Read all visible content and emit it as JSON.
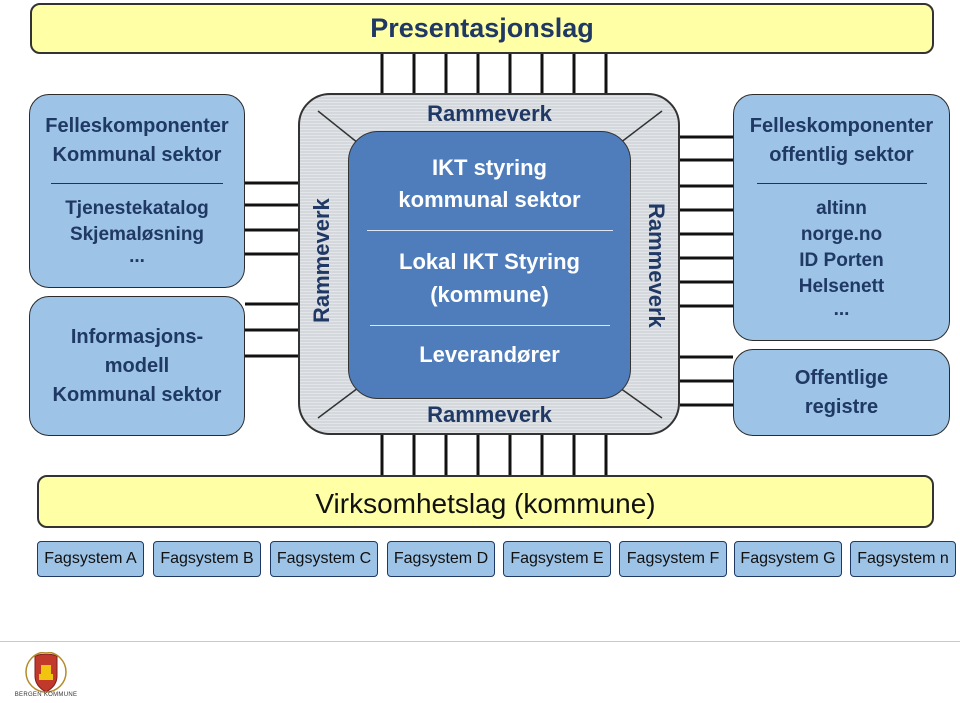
{
  "presentasjonslag": "Presentasjonslag",
  "virksomhetslag": "Virksomhetslag (kommune)",
  "left_top": {
    "title_1": "Felleskomponenter",
    "title_2": "Kommunal sektor",
    "items": [
      "Tjenestekatalog",
      "Skjemaløsning",
      "..."
    ]
  },
  "left_bottom": {
    "lines": [
      "Informasjons-",
      "modell",
      "Kommunal sektor"
    ]
  },
  "right_top": {
    "title_1": "Felleskomponenter",
    "title_2": "offentlig sektor",
    "items": [
      "altinn",
      "norge.no",
      "ID Porten",
      "Helsenett",
      "..."
    ]
  },
  "right_bottom": {
    "lines": [
      "Offentlige",
      "registre"
    ]
  },
  "rammeverk": {
    "top": "Rammeverk",
    "bottom": "Rammeverk",
    "left": "Rammeverk",
    "right": "Rammeverk"
  },
  "center": {
    "line1": "IKT styring",
    "line2": "kommunal sektor",
    "line3": "Lokal IKT Styring",
    "line4": "(kommune)",
    "line5": "Leverandører"
  },
  "fagsystemer": [
    "Fagsystem A",
    "Fagsystem B",
    "Fagsystem C",
    "Fagsystem D",
    "Fagsystem E",
    "Fagsystem F",
    "Fagsystem G",
    "Fagsystem n"
  ],
  "logo_text": "BERGEN KOMMUNE",
  "colors": {
    "yellow_bar": "#ffffa6",
    "light_blue_box": "#9dc3e6",
    "center_blue": "#4f7dbc",
    "frame_gray": "#d4d8dd",
    "dark_text": "#1f3864"
  }
}
